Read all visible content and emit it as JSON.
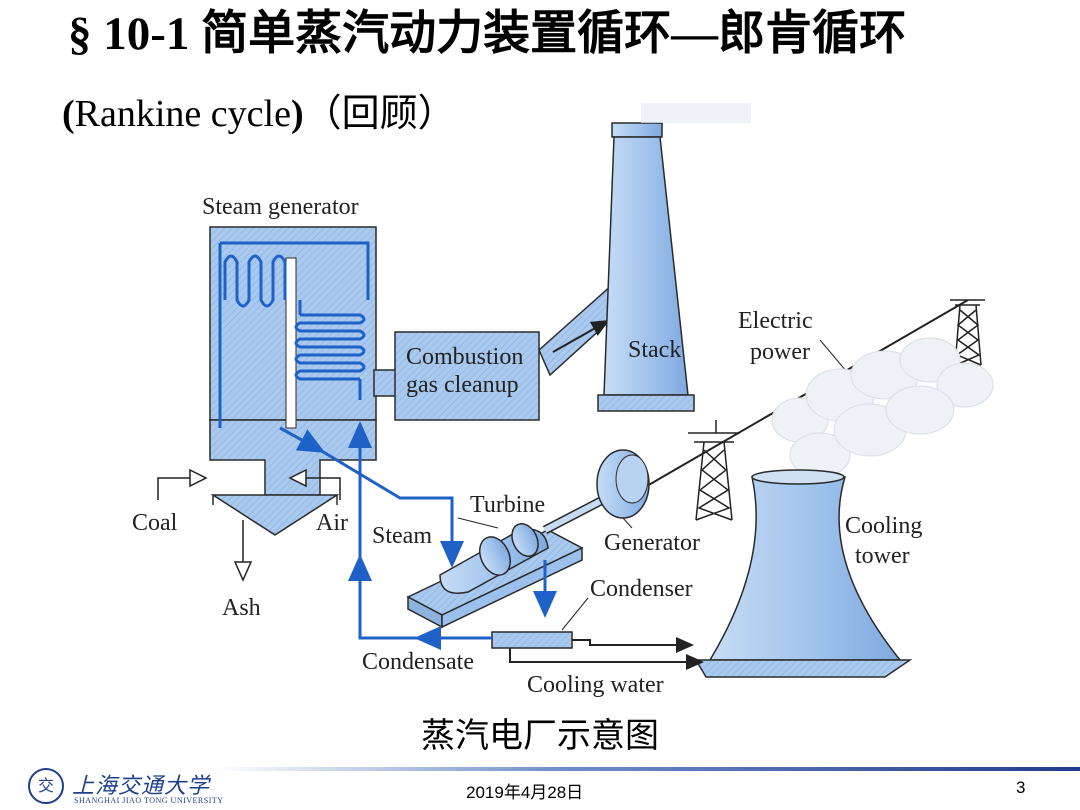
{
  "slide": {
    "title": "§ 10-1  简单蒸汽动力装置循环—郎肯循环",
    "subtitle_bold_open": "(",
    "subtitle_main": "Rankine cycle",
    "subtitle_bold_close": ")",
    "subtitle_cn": "（回顾）",
    "caption": "蒸汽电厂示意图"
  },
  "diagram": {
    "labels": {
      "steam_generator": "Steam generator",
      "combustion_line1": "Combustion",
      "combustion_line2": "gas cleanup",
      "stack": "Stack",
      "electric_line1": "Electric",
      "electric_line2": "power",
      "turbine": "Turbine",
      "coal": "Coal",
      "air": "Air",
      "steam": "Steam",
      "generator": "Generator",
      "cooling_line1": "Cooling",
      "cooling_line2": "tower",
      "condenser": "Condenser",
      "ash": "Ash",
      "condensate": "Condensate",
      "cooling_water": "Cooling water"
    },
    "colors": {
      "equipment_fill": "#a9c9ee",
      "flow_blue": "#1e62c8",
      "outline": "#2a2a2a"
    }
  },
  "footer": {
    "logo_glyph": "交",
    "university_cn": "上海交通大学",
    "university_en": "SHANGHAI JIAO TONG UNIVERSITY",
    "date": "2019年4月28日",
    "page": "3"
  }
}
